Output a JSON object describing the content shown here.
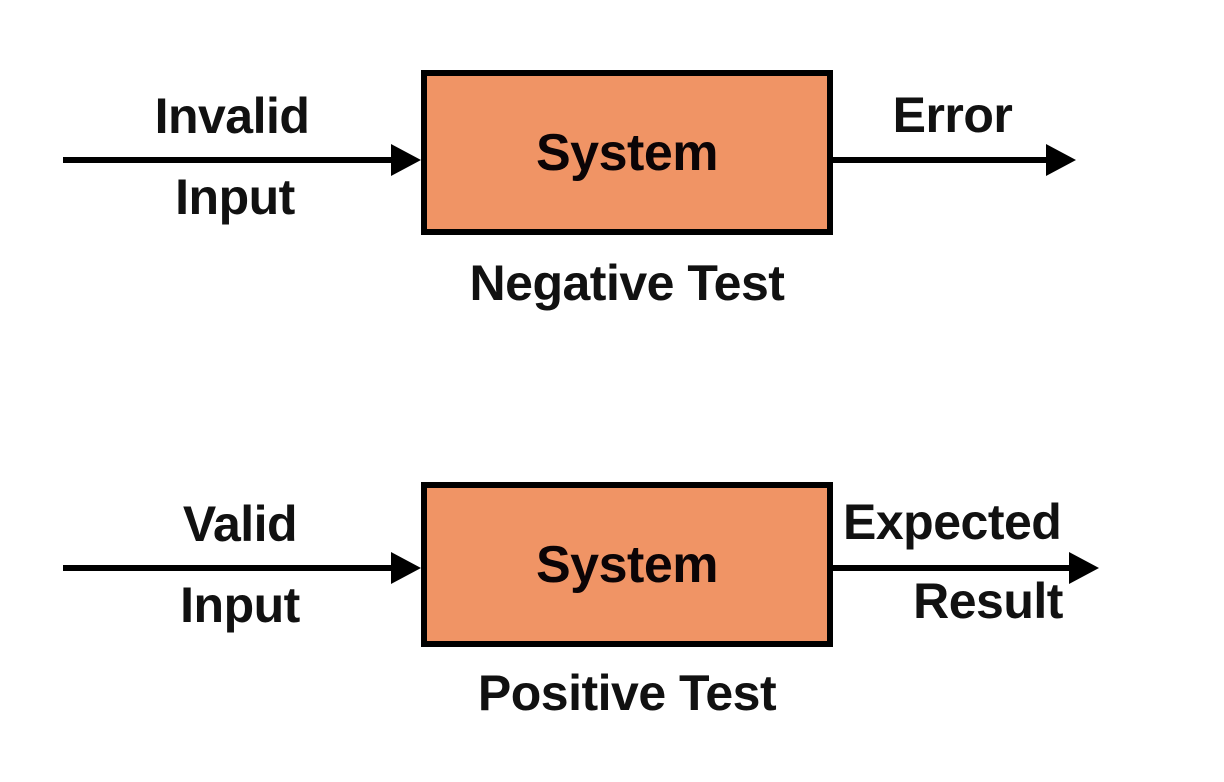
{
  "diagram": {
    "type": "process-flow",
    "background_color": "#ffffff",
    "box_fill_color": "#f09465",
    "box_border_color": "#000000",
    "text_color": "#111111",
    "rows": [
      {
        "id": "negative-test",
        "input_label_line1": "Invalid",
        "input_label_line2": "Input",
        "process_label": "System",
        "output_label_line1": "Error",
        "caption": "Negative Test"
      },
      {
        "id": "positive-test",
        "input_label_line1": "Valid",
        "input_label_line2": "Input",
        "process_label": "System",
        "output_label_line1": "Expected",
        "output_label_line2": "Result",
        "caption": "Positive Test"
      }
    ]
  }
}
